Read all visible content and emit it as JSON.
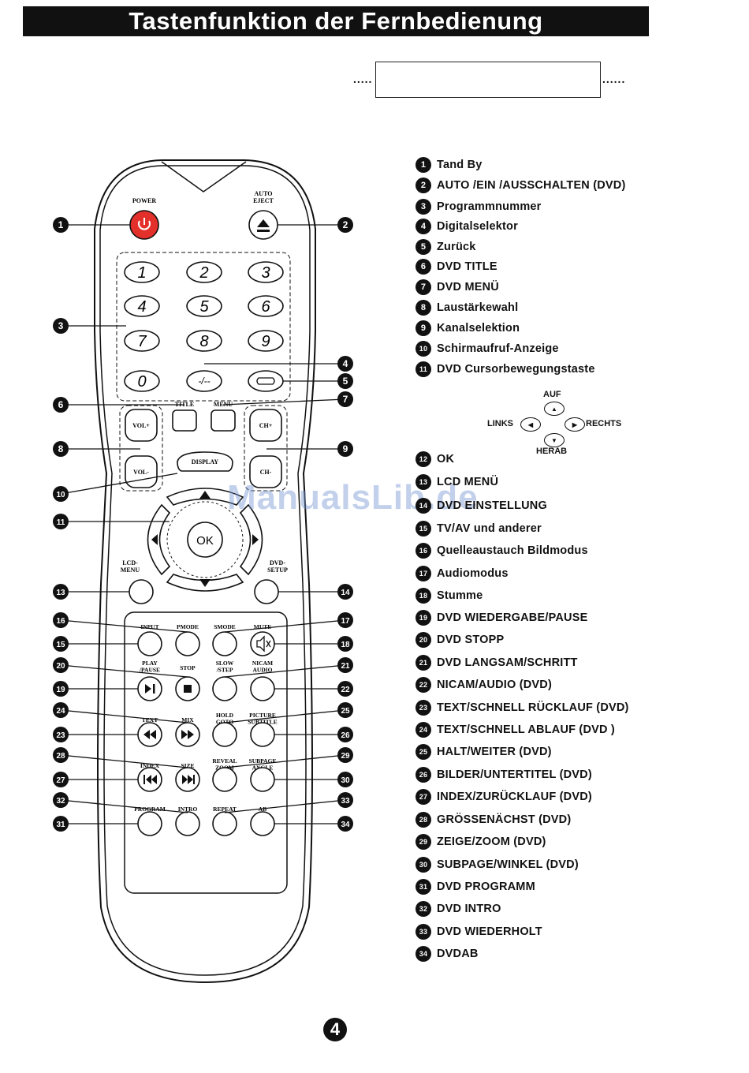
{
  "page_title": "Tastenfunktion der Fernbedienung",
  "dots_left": ".....",
  "dots_right": "......",
  "remote": {
    "buttons": {
      "power": "POWER",
      "auto_eject": [
        "AUTO",
        "EJECT"
      ],
      "digits": [
        "1",
        "2",
        "3",
        "4",
        "5",
        "6",
        "7",
        "8",
        "9",
        "0"
      ],
      "dash": "-/--",
      "title": "TITLE",
      "menu": "MENU",
      "vol_up": "VOL+",
      "vol_down": "VOL-",
      "ch_up": "CH+",
      "ch_down": "CH-",
      "display": "DISPLAY",
      "ok": "OK",
      "lcd_menu": [
        "LCD-",
        "MENU"
      ],
      "dvd_setup": [
        "DVD-",
        "SETUP"
      ],
      "input": "INPUT",
      "pmode": "PMODE",
      "smode": "SMODE",
      "mute": "MUTE",
      "play_pause": [
        "PLAY",
        "/PAUSE"
      ],
      "stop": "STOP",
      "slow_step": [
        "SLOW",
        "/STEP"
      ],
      "nicam_audio": [
        "NICAM",
        "AUDIO"
      ],
      "text": "TEXT",
      "mix": "MIX",
      "hold_goto": [
        "HOLD",
        "GOTO"
      ],
      "picture_subtitle": [
        "PICTURE",
        "SUBTITLE"
      ],
      "index": "INDEX",
      "size": "SIZE",
      "reveal_zoom": [
        "REVEAL",
        "ZOOM"
      ],
      "subpage_angle": [
        "SUBPAGE",
        "ANGLE"
      ],
      "program": "PROGRAM",
      "intro": "INTRO",
      "repeat": "REPEAT",
      "ab": "AB"
    },
    "callout_numbers": [
      "1",
      "2",
      "3",
      "4",
      "5",
      "6",
      "7",
      "8",
      "9",
      "10",
      "11",
      "13",
      "14",
      "15",
      "16",
      "17",
      "18",
      "19",
      "20",
      "21",
      "22",
      "23",
      "24",
      "25",
      "26",
      "27",
      "28",
      "29",
      "30",
      "31",
      "32",
      "33",
      "34"
    ]
  },
  "legend": [
    {
      "n": "1",
      "text": "Tand By"
    },
    {
      "n": "2",
      "text": "AUTO /EIN  /AUSSCHALTEN (DVD)"
    },
    {
      "n": "3",
      "text": "Programmnummer"
    },
    {
      "n": "4",
      "text": "Digitalselektor"
    },
    {
      "n": "5",
      "text": "Zurück"
    },
    {
      "n": "6",
      "text": "DVD TITLE"
    },
    {
      "n": "7",
      "text": "DVD MENÜ"
    },
    {
      "n": "8",
      "text": "Laustärkewahl"
    },
    {
      "n": "9",
      "text": "Kanalselektion"
    },
    {
      "n": "10",
      "text": "Schirmaufruf-Anzeige"
    },
    {
      "n": "11",
      "text": "DVD Cursorbewegungstaste"
    },
    {
      "n": "12",
      "text": "OK"
    },
    {
      "n": "13",
      "text": "LCD MENÜ"
    },
    {
      "n": "14",
      "text": "DVD EINSTELLUNG"
    },
    {
      "n": "15",
      "text": "TV/AV und   anderer"
    },
    {
      "n": "16",
      "text": "Quelleaustauch Bildmodus"
    },
    {
      "n": "17",
      "text": "Audiomodus"
    },
    {
      "n": "18",
      "text": "Stumme"
    },
    {
      "n": "19",
      "text": "DVD WIEDERGABE/PAUSE"
    },
    {
      "n": "20",
      "text": "DVD STOPP"
    },
    {
      "n": "21",
      "text": "DVD LANGSAM/SCHRITT"
    },
    {
      "n": "22",
      "text": "NICAM/AUDIO (DVD)"
    },
    {
      "n": "23",
      "text": "TEXT/SCHNELL RÜCKLAUF (DVD)"
    },
    {
      "n": "24",
      "text": "TEXT/SCHNELL ABLAUF  (DVD )"
    },
    {
      "n": "25",
      "text": "HALT/WEITER (DVD)"
    },
    {
      "n": "26",
      "text": "BILDER/UNTERTITEL (DVD)"
    },
    {
      "n": "27",
      "text": "INDEX/ZURÜCKLAUF  (DVD)"
    },
    {
      "n": "28",
      "text": "GRÖSSENÄCHST  (DVD)"
    },
    {
      "n": "29",
      "text": "ZEIGE/ZOOM  (DVD)"
    },
    {
      "n": "30",
      "text": "SUBPAGE/WINKEL (DVD)"
    },
    {
      "n": "31",
      "text": "DVD PROGRAMM"
    },
    {
      "n": "32",
      "text": "DVD INTRO"
    },
    {
      "n": "33",
      "text": "DVD WIEDERHOLT"
    },
    {
      "n": "34",
      "text": "DVDAB"
    }
  ],
  "direction_pad": {
    "up": "AUF",
    "left": "LINKS",
    "right": "RECHTS",
    "down": "HERAB"
  },
  "watermark": "ManualsLib.de",
  "page_number": "4",
  "colors": {
    "power_button": "#e4302b",
    "title_bar": "#111111",
    "watermark": "#7896d2"
  }
}
